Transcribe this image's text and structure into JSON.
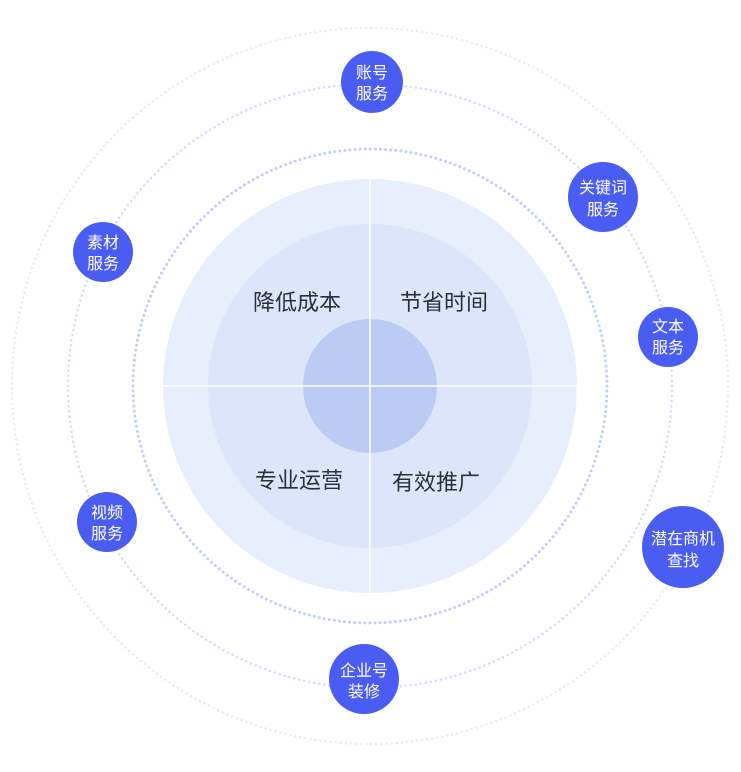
{
  "colors": {
    "outer_disc": "#e8effc",
    "middle_disc": "#dce5fa",
    "core_disc": "#bccbf3",
    "divider": "#ffffff",
    "ring_dots": "#c9d5f5",
    "badge": "#4a5df2",
    "badge_text": "#ffffff",
    "label_text": "#2a2f3a"
  },
  "quadrants": [
    {
      "id": "cost",
      "label": "降低成本"
    },
    {
      "id": "time",
      "label": "节省时间"
    },
    {
      "id": "ops",
      "label": "专业运营"
    },
    {
      "id": "promo",
      "label": "有效推广"
    }
  ],
  "services": [
    {
      "id": "account",
      "lines": [
        "账号",
        "服务"
      ]
    },
    {
      "id": "keyword",
      "lines": [
        "关键词",
        "服务"
      ]
    },
    {
      "id": "text",
      "lines": [
        "文本",
        "服务"
      ]
    },
    {
      "id": "opportunity",
      "lines": [
        "潜在商机",
        "查找"
      ]
    },
    {
      "id": "decoration",
      "lines": [
        "企业号",
        "装修"
      ]
    },
    {
      "id": "video",
      "lines": [
        "视频",
        "服务"
      ]
    },
    {
      "id": "material",
      "lines": [
        "素材",
        "服务"
      ]
    }
  ]
}
